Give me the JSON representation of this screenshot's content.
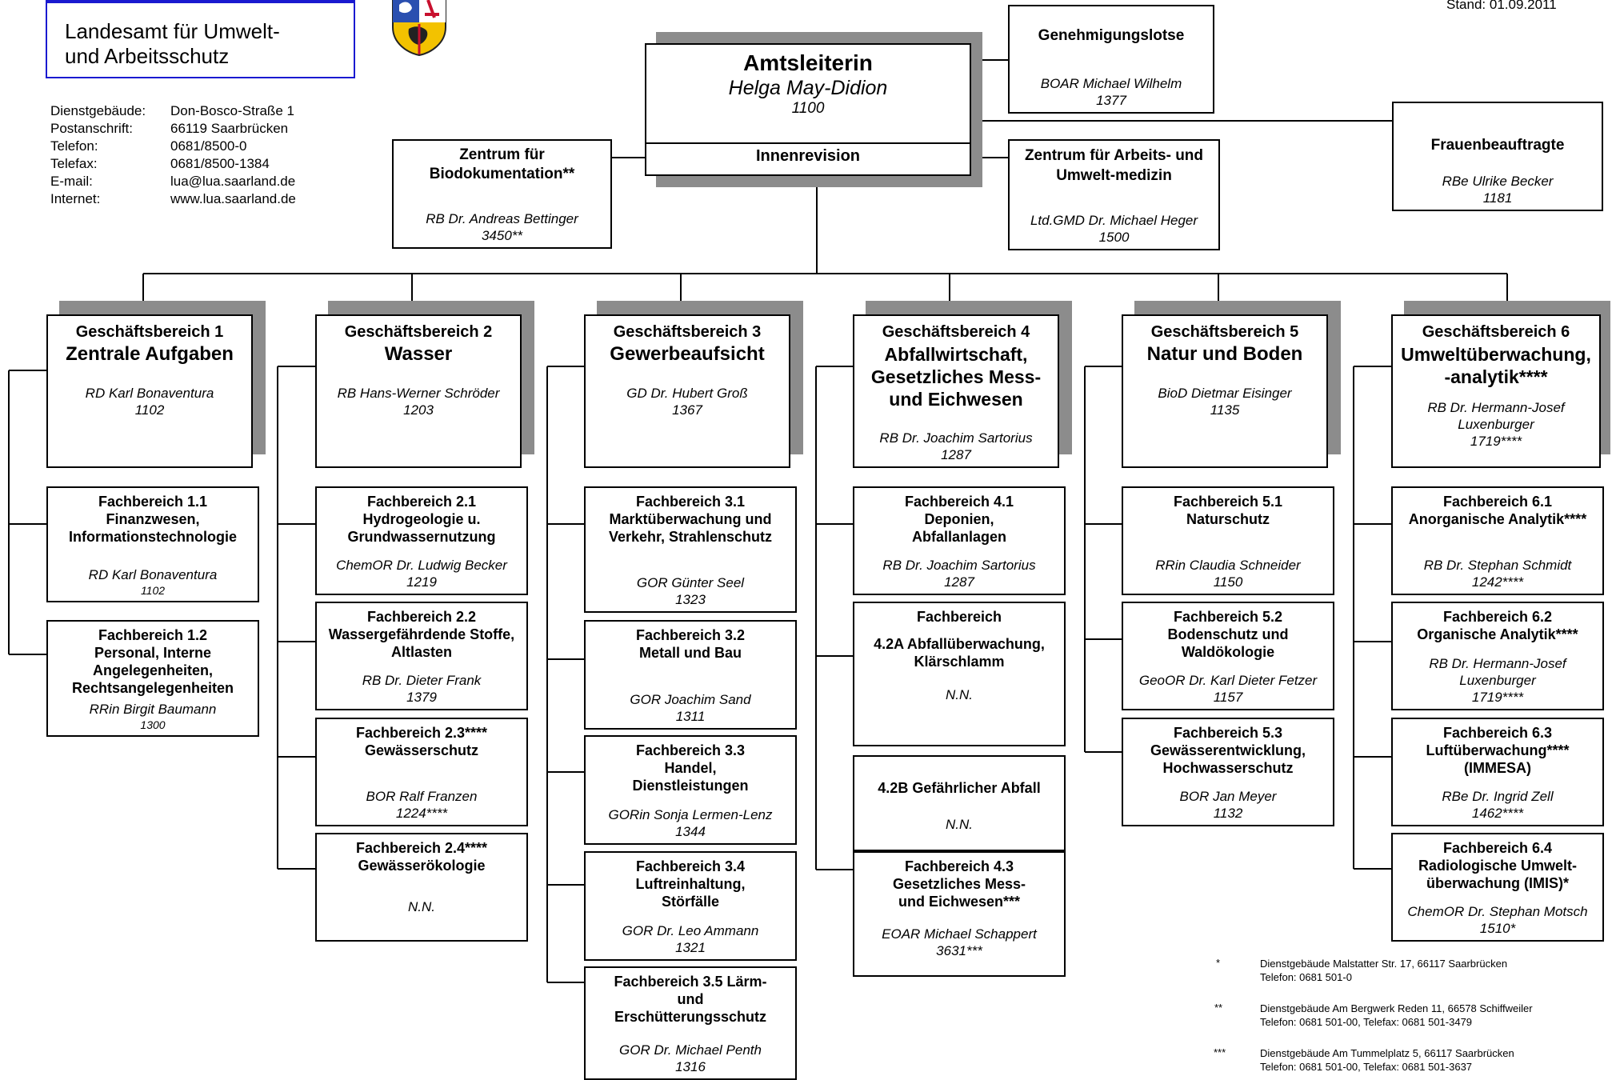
{
  "header": {
    "agency_name": "Landesamt für Umwelt- und Arbeitsschutz",
    "stand": "Stand: 01.09.2011"
  },
  "address": [
    {
      "label": "Dienstgebäude:",
      "value": "Don-Bosco-Straße 1"
    },
    {
      "label": "Postanschrift:",
      "value": "66119 Saarbrücken"
    },
    {
      "label": "Telefon:",
      "value": "0681/8500-0"
    },
    {
      "label": "Telefax:",
      "value": "0681/8500-1384"
    },
    {
      "label": "E-mail:",
      "value": "lua@lua.saarland.de"
    },
    {
      "label": "Internet:",
      "value": "www.lua.saarland.de"
    }
  ],
  "top": {
    "head": {
      "title": "Amtsleiterin",
      "name": "Helga May-Didion",
      "code": "1100",
      "sub": "Innenrevision"
    },
    "genehmigung": {
      "title": "Genehmigungslotse",
      "name": "BOAR Michael Wilhelm",
      "code": "1377"
    },
    "frauen": {
      "title": "Frauenbeauftragte",
      "name": "RBe Ulrike Becker",
      "code": "1181"
    },
    "biodoc": {
      "title": "Zentrum für Biodokumentation**",
      "name": "RB Dr. Andreas Bettinger",
      "code": "3450**"
    },
    "arbeits": {
      "title": "Zentrum für Arbeits- und Umwelt-medizin",
      "name": "Ltd.GMD Dr. Michael Heger",
      "code": "1500"
    }
  },
  "divisions": [
    {
      "title": "Geschäftsbereich 1",
      "subtitle": "Zentrale Aufgaben",
      "name": "RD Karl Bonaventura",
      "code": "1102",
      "units": [
        {
          "title": "Fachbereich 1.1 Finanzwesen, Informationstechnologie",
          "name": "RD Karl Bonaventura",
          "code": "1102"
        },
        {
          "title": "Fachbereich 1.2 Personal, Interne Angelegenheiten, Rechtsangelegenheiten",
          "name": "RRin Birgit Baumann",
          "code": "1300"
        }
      ]
    },
    {
      "title": "Geschäftsbereich 2",
      "subtitle": "Wasser",
      "name": "RB Hans-Werner Schröder",
      "code": "1203",
      "units": [
        {
          "title": "Fachbereich 2.1 Hydrogeologie u. Grundwassernutzung",
          "name": "ChemOR Dr. Ludwig Becker",
          "code": "1219"
        },
        {
          "title": "Fachbereich 2.2 Wassergefährdende Stoffe, Altlasten",
          "name": "RB Dr. Dieter Frank",
          "code": "1379"
        },
        {
          "title": "Fachbereich 2.3**** Gewässerschutz",
          "name": "BOR Ralf Franzen",
          "code": "1224****"
        },
        {
          "title": "Fachbereich 2.4**** Gewässerökologie",
          "name": "N.N.",
          "code": ""
        }
      ]
    },
    {
      "title": "Geschäftsbereich 3",
      "subtitle": "Gewerbeaufsicht",
      "name": "GD Dr. Hubert Groß",
      "code": "1367",
      "units": [
        {
          "title": "Fachbereich 3.1 Marktüberwachung und Verkehr, Strahlenschutz",
          "name": "GOR Günter Seel",
          "code": "1323"
        },
        {
          "title": "Fachbereich 3.2 Metall und Bau",
          "name": "GOR Joachim Sand",
          "code": "1311"
        },
        {
          "title": "Fachbereich 3.3 Handel, Dienstleistungen",
          "name": "GORin Sonja Lermen-Lenz",
          "code": "1344"
        },
        {
          "title": "Fachbereich 3.4 Luftreinhaltung, Störfälle",
          "name": "GOR Dr. Leo Ammann",
          "code": "1321"
        },
        {
          "title": "Fachbereich 3.5 Lärm- und Erschütterungsschutz",
          "name": "GOR Dr. Michael Penth",
          "code": "1316"
        }
      ]
    },
    {
      "title": "Geschäftsbereich 4",
      "subtitle": "Abfallwirtschaft, Gesetzliches Mess- und Eichwesen",
      "name": "RB Dr. Joachim Sartorius",
      "code": "1287",
      "units": [
        {
          "title": "Fachbereich 4.1 Deponien, Abfallanlagen",
          "name": "RB Dr. Joachim Sartorius",
          "code": "1287"
        },
        {
          "title": "Fachbereich",
          "title2": "4.2A Abfallüberwachung, Klärschlamm",
          "name": "N.N.",
          "code": ""
        },
        {
          "title": "4.2B Gefährlicher Abfall",
          "name": "N.N.",
          "code": ""
        },
        {
          "title": "Fachbereich 4.3 Gesetzliches Mess- und Eichwesen***",
          "name": "EOAR Michael Schappert",
          "code": "3631***"
        }
      ]
    },
    {
      "title": "Geschäftsbereich 5",
      "subtitle": "Natur und Boden",
      "name": "BioD Dietmar Eisinger",
      "code": "1135",
      "units": [
        {
          "title": "Fachbereich 5.1 Naturschutz",
          "name": "RRin Claudia Schneider",
          "code": "1150"
        },
        {
          "title": "Fachbereich 5.2 Bodenschutz und Waldökologie",
          "name": "GeoOR Dr. Karl Dieter Fetzer",
          "code": "1157"
        },
        {
          "title": "Fachbereich 5.3 Gewässerentwicklung, Hochwasserschutz",
          "name": "BOR Jan Meyer",
          "code": "1132"
        }
      ]
    },
    {
      "title": "Geschäftsbereich 6",
      "subtitle": "Umweltüberwachung, -analytik****",
      "name": "RB Dr. Hermann-Josef Luxenburger",
      "code": "1719****",
      "units": [
        {
          "title": "Fachbereich 6.1 Anorganische Analytik****",
          "name": "RB Dr. Stephan Schmidt",
          "code": "1242****"
        },
        {
          "title": "Fachbereich 6.2 Organische Analytik****",
          "name": "RB Dr. Hermann-Josef Luxenburger",
          "code": "1719****"
        },
        {
          "title": "Fachbereich 6.3 Luftüberwachung**** (IMMESA)",
          "name": "RBe Dr. Ingrid Zell",
          "code": "1462****"
        },
        {
          "title": "Fachbereich 6.4 Radiologische Umwelt-überwachung (IMIS)*",
          "name": "ChemOR Dr. Stephan Motsch",
          "code": "1510*"
        }
      ]
    }
  ],
  "footnotes": [
    {
      "mark": "*",
      "line1": "Dienstgebäude Malstatter Str. 17, 66117 Saarbrücken",
      "line2": "Telefon: 0681 501-0"
    },
    {
      "mark": "**",
      "line1": "Dienstgebäude Am Bergwerk Reden 11, 66578 Schiffweiler",
      "line2": "Telefon: 0681 501-00, Telefax: 0681 501-3479"
    },
    {
      "mark": "***",
      "line1": "Dienstgebäude Am Tummelplatz 5, 66117 Saarbrücken",
      "line2": "Telefon: 0681 501-00, Telefax: 0681 501-3637"
    }
  ],
  "colors": {
    "accent": "#1a1ad0",
    "shadow": "#8c8c8c"
  }
}
